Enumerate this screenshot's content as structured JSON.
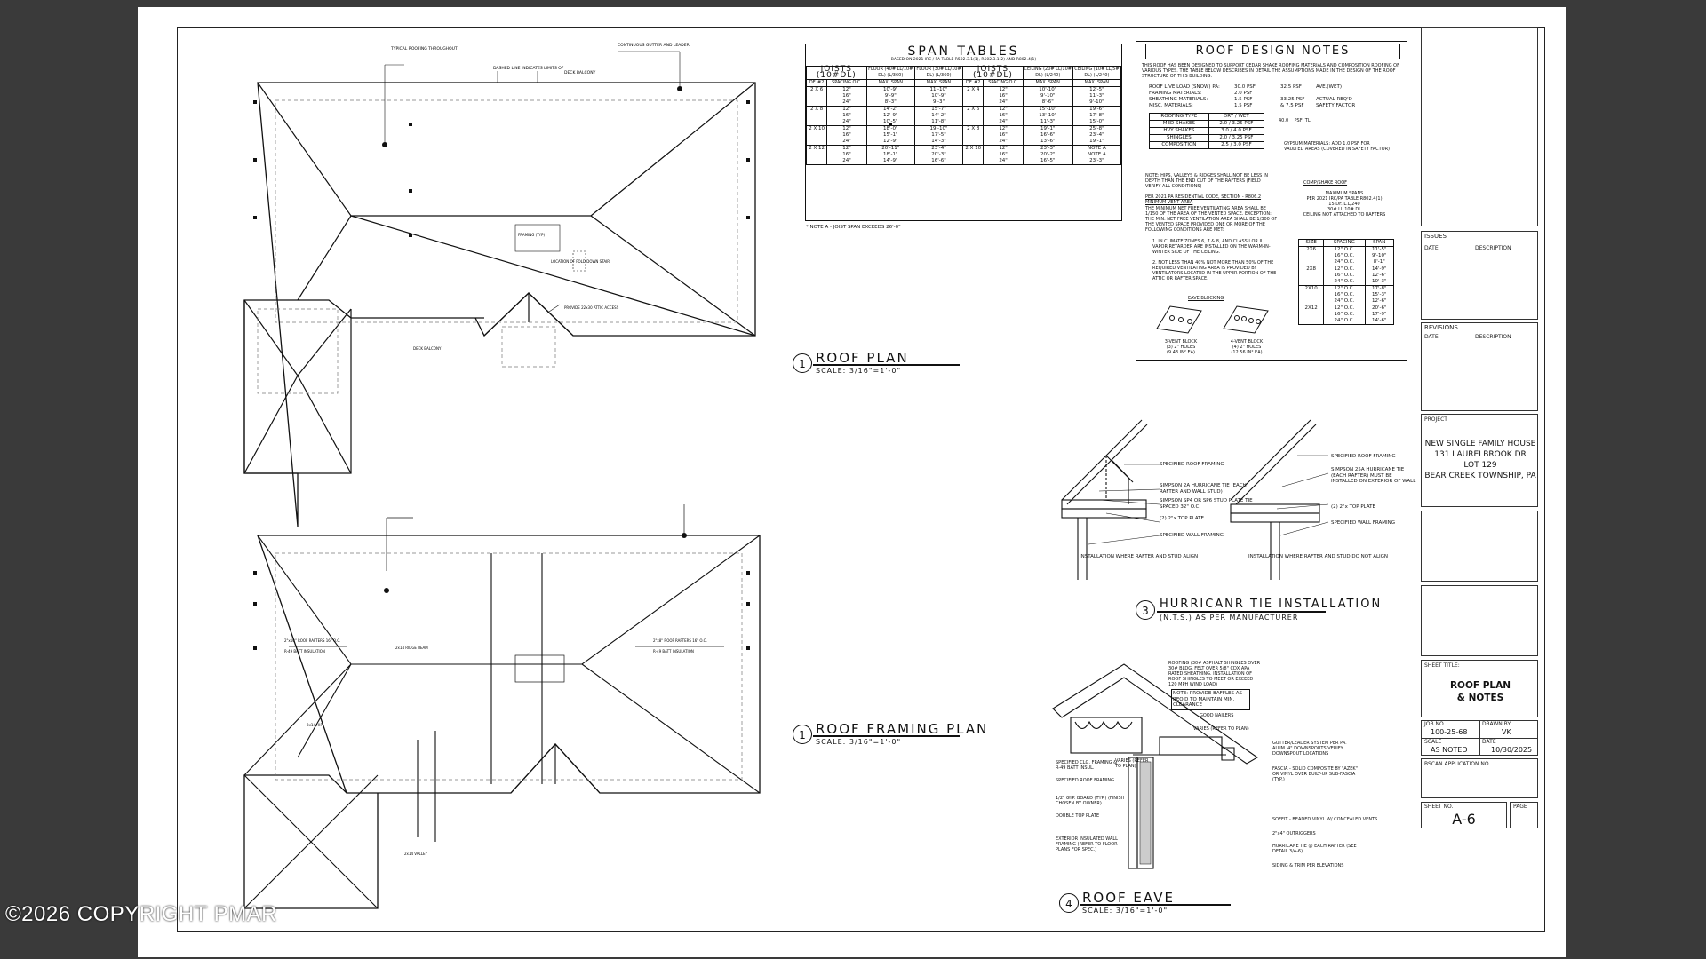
{
  "roof_plan": {
    "title": "ROOF PLAN",
    "scale": "SCALE: 3/16\"=1'-0\"",
    "detail_no": "1",
    "labels": {
      "note_shingles": "TYPICAL ROOFING THROUGHOUT",
      "note_gutter": "CONTINUOUS GUTTER AND LEADER",
      "dashed": "DASHED LINE INDICATES LIMITS OF",
      "deck": "DECK BALCONY",
      "location": "LOCATION OF FOLD DOWN STAIR",
      "provide": "PROVIDE 22x30 ATTIC ACCESS",
      "framing": "FRAMING (TYP)",
      "deck2": "DECK BALCONY"
    }
  },
  "roof_framing_plan": {
    "title": "ROOF FRAMING PLAN",
    "scale": "SCALE: 3/16\"=1'-0\"",
    "detail_no": "1",
    "labels": {
      "r1": "2\"x10\" ROOF RAFTERS 16\" O.C.",
      "r2": "2\"x8\" ROOF RAFTERS 16\" O.C.",
      "r3": "R-49 BATT INSULATION",
      "ridge": "2x14 RIDGE BEAM",
      "hip": "2x14 HIP",
      "valley": "2x14 VALLEY"
    }
  },
  "span_tables": {
    "title": "SPAN TABLES",
    "subtitle": "BASED ON 2021 IRC / PA TABLE R502.3.1(1), R502.3.1(2) AND R802.4(1)",
    "left_headers": [
      "JOISTS (10#DL)",
      "FLOOR (40# LL/10# DL) (L/360)",
      "FLOOR (30# LL/10# DL) (L/360)"
    ],
    "right_headers": [
      "JOISTS (10#DL)",
      "CEILING (20# LL/10# DL) (L/240)",
      "CEILING (10# LL/5# DL) (L/240)"
    ],
    "sub_headers": [
      "DF. #2",
      "SPACING O.C.",
      "MAX. SPAN",
      "MAX. SPAN"
    ],
    "left_rows": [
      {
        "size": "2 X 6",
        "spacing": [
          "12\"",
          "16\"",
          "24\""
        ],
        "a": [
          "10'-9\"",
          "9'-9\"",
          "8'-3\""
        ],
        "b": [
          "11'-10\"",
          "10'-9\"",
          "9'-3\""
        ]
      },
      {
        "size": "2 X 8",
        "spacing": [
          "12\"",
          "16\"",
          "24\""
        ],
        "a": [
          "14'-2\"",
          "12'-9\"",
          "10'-5\""
        ],
        "b": [
          "15'-7\"",
          "14'-2\"",
          "11'-8\""
        ]
      },
      {
        "size": "2 X 10",
        "spacing": [
          "12\"",
          "16\"",
          "24\""
        ],
        "a": [
          "18'-0\"",
          "15'-1\"",
          "12'-9\""
        ],
        "b": [
          "19'-10\"",
          "17'-5\"",
          "14'-3\""
        ]
      },
      {
        "size": "2 X 12",
        "spacing": [
          "12\"",
          "16\"",
          "24\""
        ],
        "a": [
          "20'-11\"",
          "18'-1\"",
          "14'-9\""
        ],
        "b": [
          "23'-4\"",
          "20'-3\"",
          "16'-6\""
        ]
      }
    ],
    "right_rows": [
      {
        "size": "2 X 4",
        "spacing": [
          "12\"",
          "16\"",
          "24\""
        ],
        "a": [
          "10'-10\"",
          "9'-10\"",
          "8'-6\""
        ],
        "b": [
          "12'-5\"",
          "11'-3\"",
          "9'-10\""
        ]
      },
      {
        "size": "2 X 6",
        "spacing": [
          "12\"",
          "16\"",
          "24\""
        ],
        "a": [
          "15'-10\"",
          "13'-10\"",
          "11'-3\""
        ],
        "b": [
          "19'-6\"",
          "17'-8\"",
          "15'-0\""
        ]
      },
      {
        "size": "2 X 8",
        "spacing": [
          "12\"",
          "16\"",
          "24\""
        ],
        "a": [
          "19'-1\"",
          "16'-6\"",
          "13'-6\""
        ],
        "b": [
          "25'-8\"",
          "23'-4\"",
          "19'-1\""
        ]
      },
      {
        "size": "2 X 10",
        "spacing": [
          "12\"",
          "16\"",
          "24\""
        ],
        "a": [
          "23'-3\"",
          "20'-2\"",
          "16'-5\""
        ],
        "b": [
          "NOTE A",
          "NOTE A",
          "23'-3\""
        ]
      }
    ],
    "note": "* NOTE A - JOIST SPAN EXCEEDS 26'-0\""
  },
  "roof_design_notes": {
    "title": "ROOF DESIGN NOTES",
    "intro": "THIS ROOF HAS BEEN DESIGNED TO SUPPORT CEDAR SHAKE ROOFING MATERIALS AND COMPOSITION ROOFING OF VARIOUS TYPES. THE TABLE BELOW DESCRIBES IN DETAIL THE ASSUMPTIONS MADE IN THE DESIGN OF THE ROOF STRUCTURE OF THIS BUILDING.",
    "loads": [
      [
        "ROOF LIVE LOAD (SNOW) PA:",
        "30.0 PSF",
        "32.5 PSF",
        "AVE.(WET)"
      ],
      [
        "FRAMING MATERIALS:",
        "2.0 PSF",
        "",
        ""
      ],
      [
        "SHEATHING MATERIALS:",
        "1.5 PSF",
        "33.25 PSF",
        "ACTUAL REQ'D"
      ],
      [
        "MISC. MATERIALS:",
        "1.5 PSF",
        "& 7.5 PSF",
        "SAFETY FACTOR"
      ]
    ],
    "total": [
      "40.0",
      "PSF",
      "TL"
    ],
    "roofing_header": [
      "ROOFING TYPE",
      "DRY / WET"
    ],
    "roofing_rows": [
      [
        "MED SHAKES",
        "2.0 / 3.25 PSF"
      ],
      [
        "HVY SHAKES",
        "3.0 / 4.0 PSF"
      ],
      [
        "SHINGLES",
        "2.0 / 3.25 PSF"
      ],
      [
        "COMPOSITION",
        "2.5 / 3.0 PSF"
      ]
    ],
    "gypsum": "GYPSUM MATERIALS: ADD 1.0 PSF FOR VAULTED AREAS (COVERED IN SAFETY FACTOR)",
    "note_hips": "NOTE: HIPS, VALLEYS & RIDGES SHALL NOT BE LESS IN DEPTH THAN THE END CUT OF THE RAFTERS (FIELD VERIFY ALL CONDITIONS)",
    "code": "PER 2021 PA RESIDENTIAL CODE, SECTION - R806.2 MINIMUM VENT AREA",
    "vent_text": "THE MINIMUM NET FREE VENTILATING AREA SHALL BE 1/150 OF THE AREA OF THE VENTED SPACE. EXCEPTION: THE MIN. NET FREE VENTILATION AREA SHALL BE 1/300 OF THE VENTED SPACE PROVIDED ONE OR MORE OF THE FOLLOWING CONDITIONS ARE MET:",
    "vent_list": [
      "1. IN CLIMATE ZONES 6, 7 & 8, AND CLASS I OR II VAPOR RETARDER ARE INSTALLED ON THE WARM-IN-WINTER SIDE OF THE CEILING.",
      "2. NOT LESS THAN 40% NOT MORE THAN 50% OF THE REQUIRED VENTILATING AREA IS PROVIDED BY VENTILATORS LOCATED IN THE UPPER PORTION OF THE ATTIC OR RAFTER SPACE."
    ],
    "eave_title": "EAVE BLOCKING",
    "eave_a": [
      "3-VENT BLOCK",
      "(3) 2\" HOLES",
      "(9.43 IN² EA)"
    ],
    "eave_b": [
      "4-VENT BLOCK",
      "(4) 2\" HOLES",
      "(12.56 IN² EA)"
    ],
    "comp_title": "COMP/SHAKE ROOF",
    "comp_sub": [
      "MAXIMUM SPANS",
      "PER 2021 IRC/PA TABLE R802.4(1)",
      "15 DF. L.L/240",
      "30# LL 10# DL",
      "CEILING NOT ATTACHED TO RAFTERS"
    ],
    "comp_header": [
      "SIZE",
      "SPACING",
      "SPAN"
    ],
    "comp_rows": [
      {
        "size": "2X6",
        "spacing": [
          "12\" O.C.",
          "16\" O.C.",
          "24\" O.C."
        ],
        "span": [
          "11'-5\"",
          "9'-10\"",
          "8'-1\""
        ]
      },
      {
        "size": "2X8",
        "spacing": [
          "12\" O.C.",
          "16\" O.C.",
          "24\" O.C."
        ],
        "span": [
          "14'-9\"",
          "12'-6\"",
          "10'-3\""
        ]
      },
      {
        "size": "2X10",
        "spacing": [
          "12\" O.C.",
          "16\" O.C.",
          "24\" O.C."
        ],
        "span": [
          "17'-8\"",
          "15'-3\"",
          "12'-6\""
        ]
      },
      {
        "size": "2X12",
        "spacing": [
          "12\" O.C.",
          "16\" O.C.",
          "24\" O.C."
        ],
        "span": [
          "20'-6\"",
          "17'-9\"",
          "14'-6\""
        ]
      }
    ]
  },
  "hurricane": {
    "title": "HURRICANR TIE INSTALLATION",
    "sub": "(N.T.S.) AS PER MANUFACTURER",
    "detail_no": "3",
    "left": [
      "SPECIFIED ROOF FRAMING",
      "SIMPSON 2A HURRICANE TIE (EACH RAFTER AND WALL STUD)",
      "SIMPSON SP4 OR SP6 STUD PLATE TIE SPACED 32\" O.C.",
      "(2) 2\"x TOP PLATE",
      "SPECIFIED WALL FRAMING"
    ],
    "left_caption": "INSTALLATION WHERE RAFTER AND STUD ALIGN",
    "right": [
      "SPECIFIED ROOF FRAMING",
      "SIMPSON 25A HURRICANE TIE (EACH RAFTER) MUST BE INSTALLED ON EXTERIOR OF WALL",
      "(2) 2\"x TOP PLATE",
      "SPECIFIED WALL FRAMING"
    ],
    "right_caption": "INSTALLATION WHERE RAFTER AND STUD DO NOT ALIGN"
  },
  "eave": {
    "title": "ROOF EAVE",
    "scale": "SCALE: 3/16\"=1'-0\"",
    "detail_no": "4",
    "labels": [
      "ROOFING (30# ASPHALT SHINGLES OVER 30# BLDG. FELT OVER 5/8\" CDX APA RATED SHEATHING. INSTALLATION OF ROOF SHINGLES TO MEET OR EXCEED 120 MPH WIND LOAD)",
      "NOTE: PROVIDE BAFFLES AS REQ'D TO MAINTAIN MIN. CLEARANCE",
      "GOOD NAILERS",
      "VARIES (REFER TO PLAN)",
      "GUTTER/LEADER SYSTEM PER PA. ALUM. 4\" DOWNSPOUTS VERIFY DOWNSPOUT LOCATIONS",
      "FASCIA - SOLID COMPOSITE BY \"AZEK\" OR VINYL OVER BUILT-UP SUB-FASCIA (TYP.)",
      "SOFFIT - BEADED VINYL W/ CONCEALED VENTS",
      "2\"x4\" OUTRIGGERS",
      "HURRICANE TIE @ EACH RAFTER (SEE DETAIL 3/A-6)",
      "SIDING & TRIM PER ELEVATIONS",
      "SPECIFIED CLG. FRAMING & R-49 BATT INSUL.",
      "SPECIFIED ROOF FRAMING",
      "1/2\" GYP. BOARD (TYP.) (FINISH CHOSEN BY OWNER)",
      "DOUBLE TOP PLATE",
      "EXTERIOR INSULATED WALL FRAMING (REFER TO FLOOR PLANS FOR SPEC.)",
      "VARIES (REFER TO PLAN)"
    ]
  },
  "title_block": {
    "issues": "ISSUES",
    "date": "DATE:",
    "description": "DESCRIPTION",
    "revisions": "REVISIONS",
    "project_label": "PROJECT",
    "project": [
      "NEW SINGLE FAMILY HOUSE",
      "131 LAURELBROOK DR",
      "LOT 129",
      "BEAR CREEK TOWNSHIP, PA"
    ],
    "sheet_title_label": "SHEET TITLE:",
    "sheet_title": [
      "ROOF PLAN",
      "& NOTES"
    ],
    "job_no_label": "JOB NO.",
    "job_no": "100-25-68",
    "drawn_by_label": "DRAWN BY",
    "drawn_by": "VK",
    "scale_label": "SCALE",
    "scale": "AS NOTED",
    "date_label": "DATE",
    "date_value": "10/30/2025",
    "bscan_label": "BSCAN APPLICATION NO.",
    "sheet_no_label": "SHEET NO.",
    "sheet_no": "A-6",
    "page_label": "PAGE"
  },
  "watermark": "©2026 COPYRIGHT PMAR"
}
